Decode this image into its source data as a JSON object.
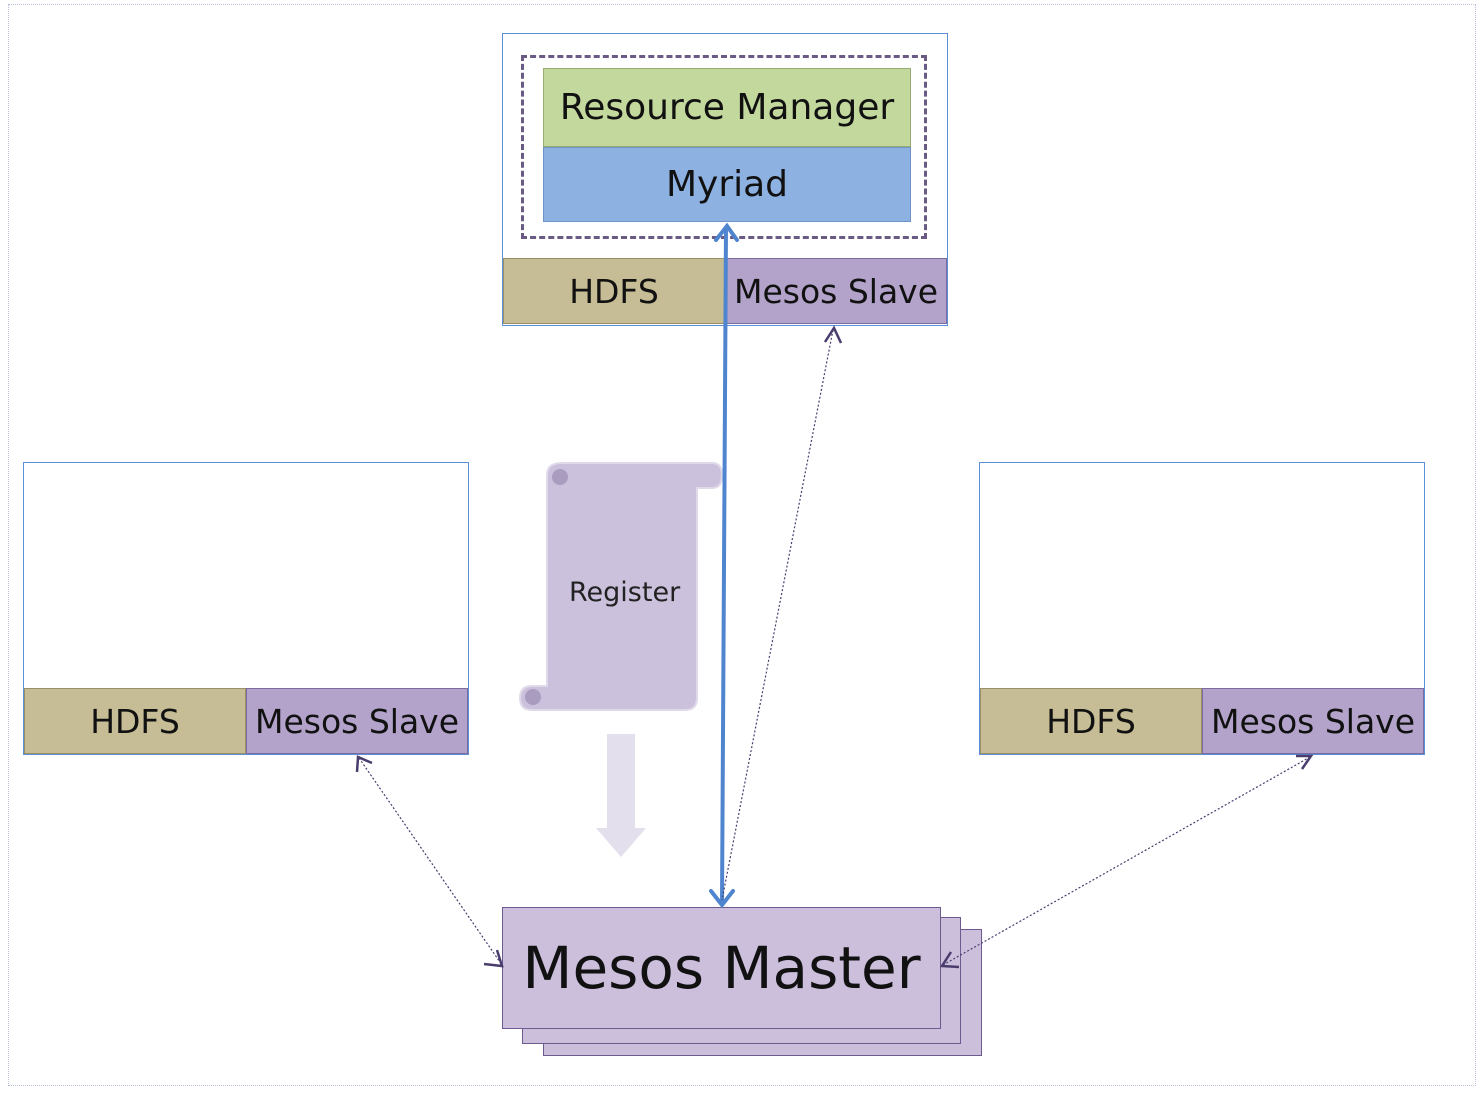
{
  "top_node": {
    "framework_stack": {
      "resource_manager_label": "Resource Manager",
      "myriad_label": "Myriad"
    },
    "hdfs_label": "HDFS",
    "slave_label": "Mesos Slave"
  },
  "left_node": {
    "hdfs_label": "HDFS",
    "slave_label": "Mesos Slave"
  },
  "right_node": {
    "hdfs_label": "HDFS",
    "slave_label": "Mesos Slave"
  },
  "register_scroll": {
    "label": "Register"
  },
  "master": {
    "label": "Mesos Master"
  },
  "colors": {
    "hdfs": "#c6bd96",
    "slave": "#b3a2c9",
    "resource_manager": "#c3d89c",
    "myriad": "#8db2e2",
    "master": "#cbbfdc",
    "node_border": "#5b8fd6",
    "registration_arrow": "#4f84cf",
    "dotted_link": "#4a3d6e"
  }
}
